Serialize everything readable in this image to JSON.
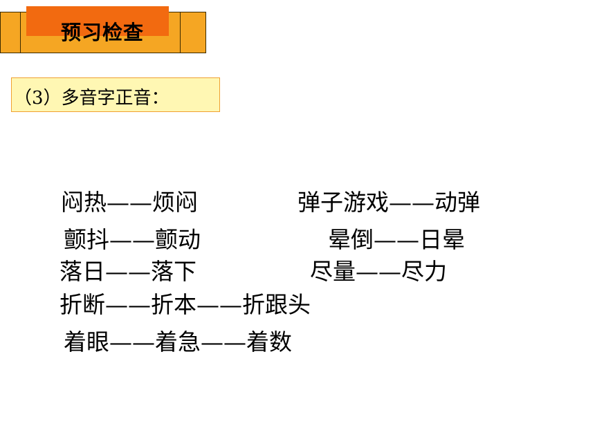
{
  "header": {
    "title": "预习检查"
  },
  "subtitle": "（3）多音字正音：",
  "rows": [
    {
      "left": "闷热——烦闷",
      "right": "弹子游戏——动弹"
    },
    {
      "left": "颤抖——颤动",
      "right": "晕倒——日晕"
    },
    {
      "left": "落日——落下",
      "right": "尽量——尽力"
    },
    {
      "left": "折断——折本——折跟头",
      "right": ""
    },
    {
      "left": "着眼——着急——着数",
      "right": ""
    }
  ],
  "colors": {
    "header_orange": "#f5a623",
    "header_inner": "#f26a10",
    "subtitle_bg": "#fff7b3"
  }
}
